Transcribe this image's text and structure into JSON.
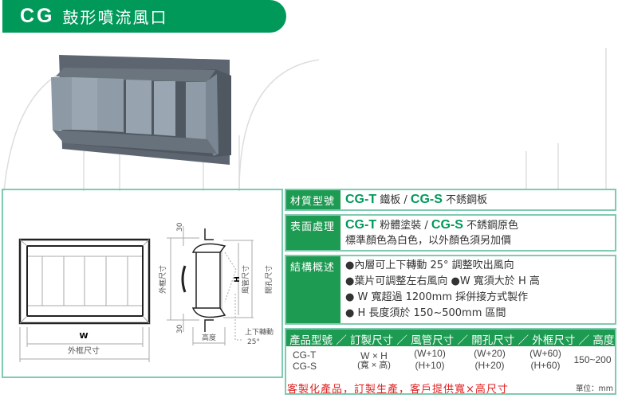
{
  "header": {
    "code": "CG",
    "title": "鼓形噴流風口"
  },
  "diagram": {
    "w_label": "W",
    "frame_size_label": "外框尺寸",
    "h_label": "H",
    "duct_size_label": "風管尺寸",
    "opening_size_label": "開孔尺寸",
    "height_label": "高度",
    "dim_30_top": "30",
    "dim_30_bottom": "30",
    "rotate_label": "上下轉動",
    "rotate_angle": "25°"
  },
  "specs": {
    "material": {
      "label": "材質型號",
      "t_code": "CG-T",
      "t_text": "鐵板 /",
      "s_code": "CG-S",
      "s_text": "不銹鋼板"
    },
    "finish": {
      "label": "表面處理",
      "t_code": "CG-T",
      "t_text": "粉體塗裝 /",
      "s_code": "CG-S",
      "s_text": "不銹鋼原色",
      "line2": "標準顏色為白色，以外顏色須另加價"
    },
    "structure": {
      "label": "結構概述",
      "items": [
        "●內層可上下轉動 25° 調整吹出風向",
        "●葉片可調整左右風向 ●W 寬須大於 H 高",
        "● W 寬超過 1200mm 採併接方式製作",
        "● H 長度須於 150~500mm 區間"
      ]
    }
  },
  "spec_table": {
    "header": "產品型號 ／ 訂製尺寸 ／ 風管尺寸 ／ 開孔尺寸 ／ 外框尺寸 ／ 高度",
    "models": [
      "CG-T",
      "CG-S"
    ],
    "custom": [
      "W × H",
      "(寬 × 高)"
    ],
    "duct": [
      "(W+10)",
      "(H+10)"
    ],
    "opening": [
      "(W+20)",
      "(H+20)"
    ],
    "frame": [
      "(W+60)",
      "(H+60)"
    ],
    "height": "150~200"
  },
  "footer": {
    "note": "客製化產品，訂製生產，客戶提供寬×高尺寸",
    "unit": "單位：mm"
  },
  "colors": {
    "brand_green": "#00995a",
    "label_green": "#1e9b52",
    "note_red": "#e02020"
  }
}
